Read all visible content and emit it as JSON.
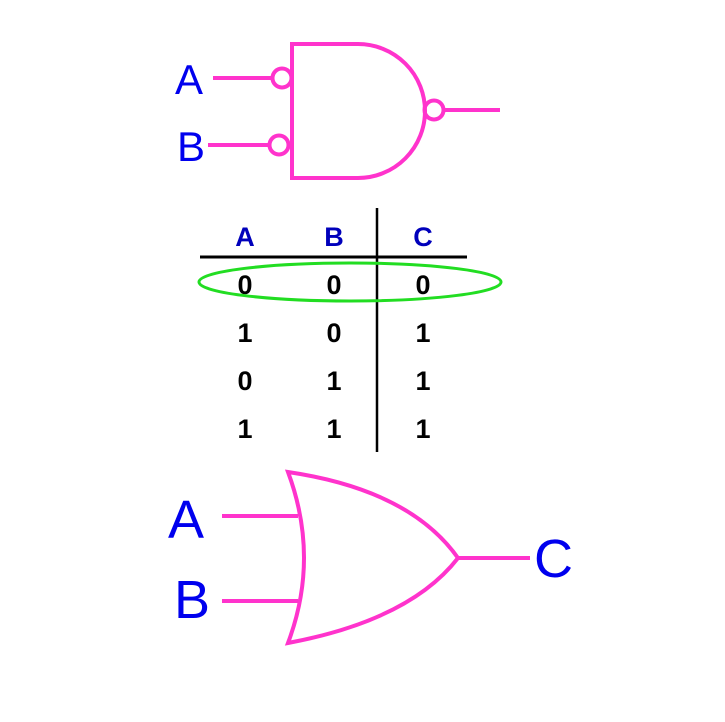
{
  "nand_gate": {
    "inputs": [
      "A",
      "B"
    ]
  },
  "truth_table": {
    "headers": [
      "A",
      "B",
      "C"
    ],
    "rows": [
      [
        "0",
        "0",
        "0"
      ],
      [
        "1",
        "0",
        "1"
      ],
      [
        "0",
        "1",
        "1"
      ],
      [
        "1",
        "1",
        "1"
      ]
    ],
    "highlighted_row": 0
  },
  "or_gate": {
    "inputs": [
      "A",
      "B"
    ],
    "output": "C"
  },
  "colors": {
    "gate": "#ff33cc",
    "label": "#0000ee",
    "highlight": "#22dd22"
  }
}
